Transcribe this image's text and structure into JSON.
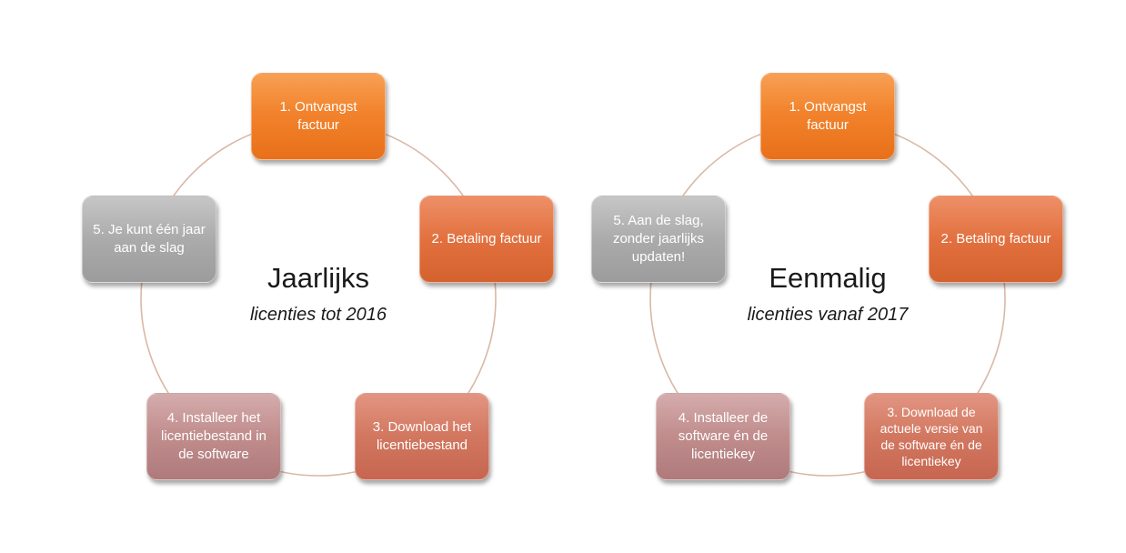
{
  "diagrams": [
    {
      "title": "Jaarlijks",
      "subtitle": "licenties tot 2016",
      "steps": [
        "1. Ontvangst factuur",
        "2. Betaling factuur",
        "3. Download het licentiebestand",
        "4. Installeer het licentiebestand in de software",
        "5. Je kunt één jaar aan de slag"
      ]
    },
    {
      "title": "Eenmalig",
      "subtitle": "licenties vanaf 2017",
      "steps": [
        "1. Ontvangst factuur",
        "2. Betaling factuur",
        "3. Download de actuele versie van de software én de licentiekey",
        "4. Installeer de software én de licentiekey",
        "5. Aan de slag, zonder jaarlijks updaten!"
      ]
    }
  ],
  "colors": {
    "step1": "#f2832c",
    "step2": "#e2713f",
    "step3": "#d27760",
    "step4": "#c08c8c",
    "step5": "#ababab",
    "ring": "#d9b8a6"
  }
}
